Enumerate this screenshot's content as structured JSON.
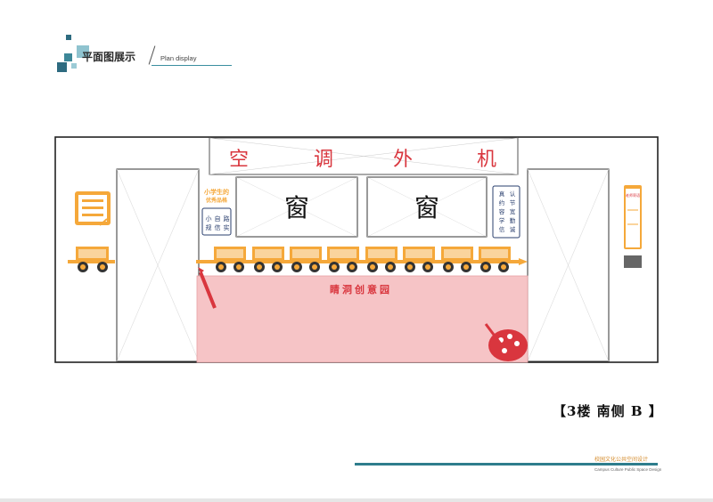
{
  "header": {
    "title_zh": "平面图展示",
    "title_en": "Plan display"
  },
  "plan": {
    "ac_unit_chars": [
      "空",
      "调",
      "外",
      "机"
    ],
    "window_label": "窗",
    "window_label_2": "窗",
    "left_board_title": "小学生的",
    "left_board_subtitle": "优秀品格",
    "left_board_chars": [
      "小",
      "自",
      "路",
      "规",
      "信",
      "实"
    ],
    "right_board_chars": [
      "认",
      "真",
      "节",
      "约",
      "宽",
      "容",
      "勤",
      "学",
      "诚",
      "信"
    ],
    "gallery_label": "睛洞创意园",
    "right_panel_title": "老师寄语"
  },
  "caption": "【3楼  南侧 B 】",
  "footer": {
    "zh": "校园文化公共空间设计",
    "en": "Campus Culture Public Space Design"
  },
  "colors": {
    "accent_teal": "#2e7d8c",
    "orange": "#f5a83a",
    "red_text": "#d9363e",
    "pink_zone": "#f6c4c6",
    "navy": "#2a3f6e"
  }
}
